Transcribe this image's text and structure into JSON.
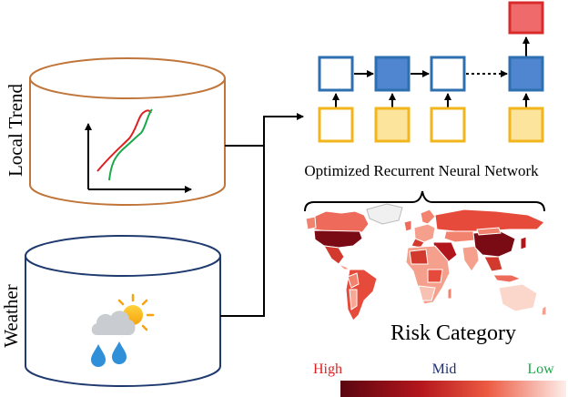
{
  "labels": {
    "local_trend": "Local Trend",
    "weather": "Weather",
    "rnn": "Optimized Recurrent Neural Network",
    "risk_category": "Risk Category"
  },
  "legend": {
    "high": "High",
    "mid": "Mid",
    "low": "Low"
  },
  "colors": {
    "cylinder_top": "#c0763a",
    "cylinder_bottom": "#1f3a6e",
    "hidden_box_border": "#2e6fb0",
    "hidden_box_fill": "#4f86cf",
    "input_box_border": "#f2b51b",
    "input_box_fill": "#fde49c",
    "output_box_border": "#d92b2b",
    "output_box_fill": "#ef6b6b",
    "trend_red": "#e02020",
    "trend_green": "#1aa84a",
    "legend_high": "#e02020",
    "legend_mid": "#1f2f6e",
    "legend_low": "#1aa84a",
    "gradient_dark": "#5a0610",
    "gradient_light": "#fdeeea"
  },
  "icons": [
    "cloud-sun-icon",
    "raindrop-icon",
    "world-map-icon",
    "trend-chart-icon"
  ]
}
